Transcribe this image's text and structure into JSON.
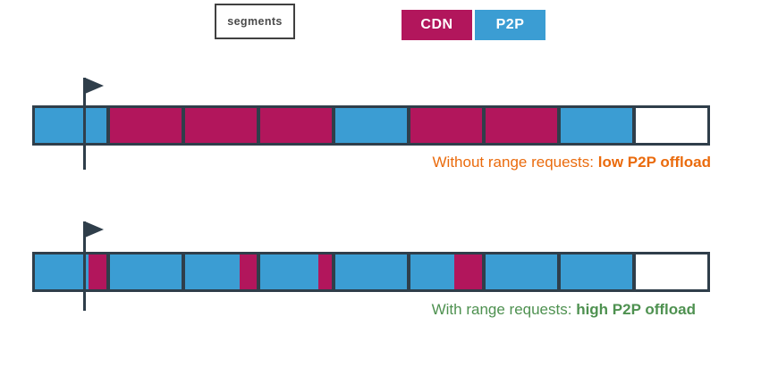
{
  "segments_label": "segments",
  "legend": [
    {
      "label": "CDN",
      "color": "#B2165C"
    },
    {
      "label": "P2P",
      "color": "#3B9DD3"
    }
  ],
  "colors": {
    "cdn": "#B2165C",
    "p2p": "#3B9DD3",
    "outline": "#2F3E4A",
    "empty": "#FFFFFF",
    "caption_without": "#EA6B0D",
    "caption_with": "#4E9150",
    "segments_label_text": "#4A4A4A"
  },
  "bars": [
    {
      "name": "without-range-requests",
      "caption": {
        "prefix": "Without range requests: ",
        "emphasis": "low P2P offload"
      },
      "segments": [
        {
          "type": "p2p"
        },
        {
          "type": "cdn"
        },
        {
          "type": "cdn"
        },
        {
          "type": "cdn"
        },
        {
          "type": "p2p"
        },
        {
          "type": "cdn"
        },
        {
          "type": "cdn"
        },
        {
          "type": "p2p"
        },
        {
          "type": "empty"
        }
      ]
    },
    {
      "name": "with-range-requests",
      "caption": {
        "prefix": "With range requests: ",
        "emphasis": "high P2P offload"
      },
      "segments": [
        {
          "type": "p2p",
          "cdn_tail_pct": 25
        },
        {
          "type": "p2p"
        },
        {
          "type": "p2p",
          "cdn_tail_pct": 24
        },
        {
          "type": "p2p",
          "cdn_tail_pct": 19
        },
        {
          "type": "p2p"
        },
        {
          "type": "p2p",
          "cdn_tail_pct": 39
        },
        {
          "type": "p2p"
        },
        {
          "type": "p2p"
        },
        {
          "type": "empty"
        }
      ]
    }
  ]
}
